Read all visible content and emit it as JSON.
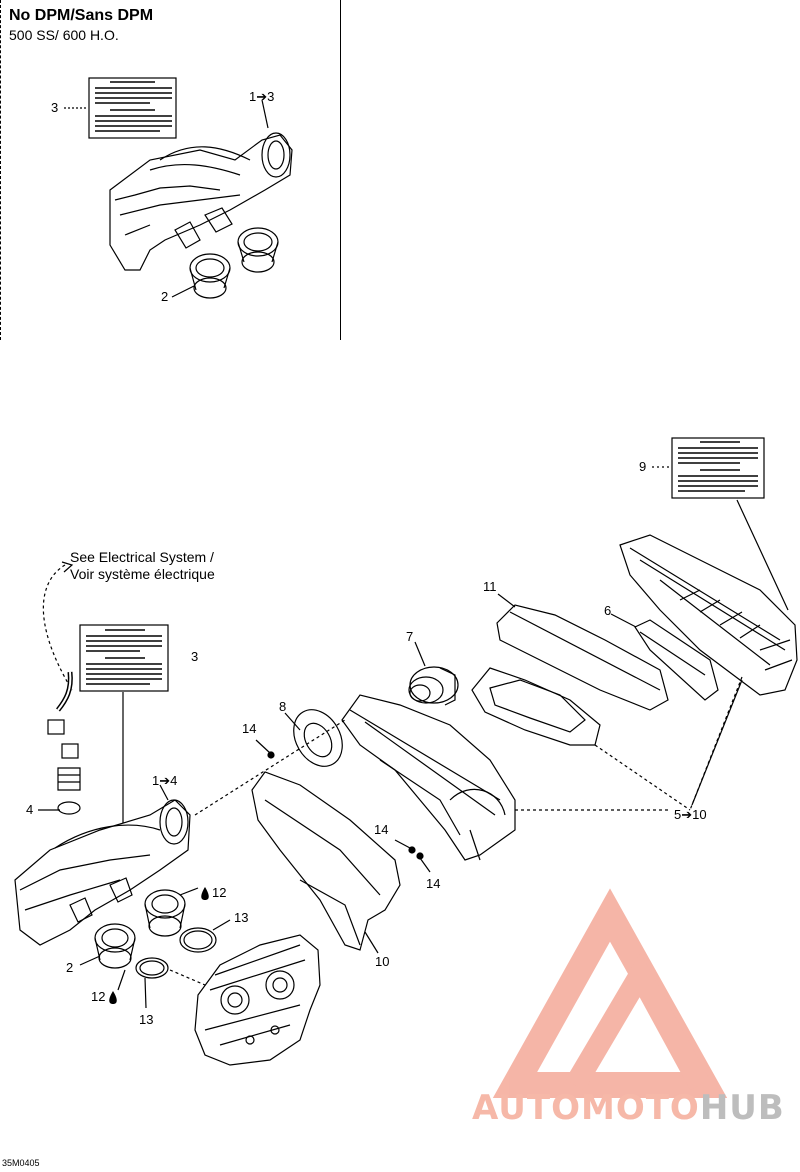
{
  "inset": {
    "title": "No DPM/Sans DPM",
    "subtitle": "500 SS/ 600 H.O."
  },
  "note": {
    "line1": "See Electrical System /",
    "line2": "Voir système électrique"
  },
  "callouts": {
    "inset_3": "3",
    "inset_1_3": "1➔3",
    "inset_2": "2",
    "c9": "9",
    "c11": "11",
    "c6": "6",
    "c7": "7",
    "c3": "3",
    "c8": "8",
    "c14a": "14",
    "c14b": "14",
    "c14c": "14",
    "c1_4": "1➔4",
    "c4": "4",
    "c5_10": "5➔10",
    "c12a": "12",
    "c12b": "12",
    "c13a": "13",
    "c13b": "13",
    "c2": "2",
    "c10": "10"
  },
  "diagram_code": "35M0405",
  "watermark": {
    "part1": "AUTO",
    "part2": "MOTO",
    "part3": "HUB",
    "color_red": "#f4a998",
    "color_gray": "#bdbdbd"
  }
}
